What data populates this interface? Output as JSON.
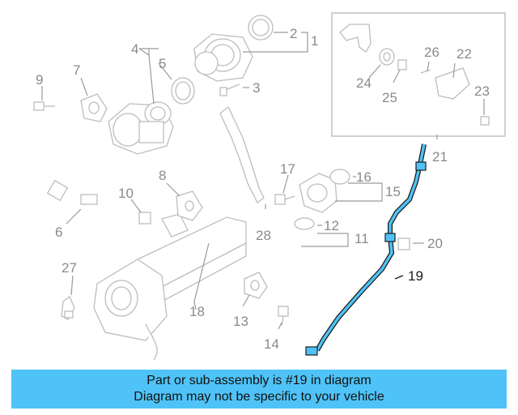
{
  "labels": {
    "n1": "1",
    "n2": "2",
    "n3": "3",
    "n4": "4",
    "n5": "5",
    "n6": "6",
    "n7": "7",
    "n8": "8",
    "n9": "9",
    "n10": "10",
    "n11": "11",
    "n12": "12",
    "n13": "13",
    "n14": "14",
    "n15": "15",
    "n16": "16",
    "n17": "17",
    "n18": "18",
    "n19": "19",
    "n20": "20",
    "n21": "21",
    "n22": "22",
    "n23": "23",
    "n24": "24",
    "n25": "25",
    "n26": "26",
    "n27": "27",
    "n28": "28"
  },
  "highlight": {
    "part": "19",
    "color": "#4fc3f7"
  },
  "banner": {
    "line1": "Part or sub-assembly is #19 in diagram",
    "line2": "Diagram may not be specific to your vehicle",
    "color": "#4fc3f7"
  }
}
